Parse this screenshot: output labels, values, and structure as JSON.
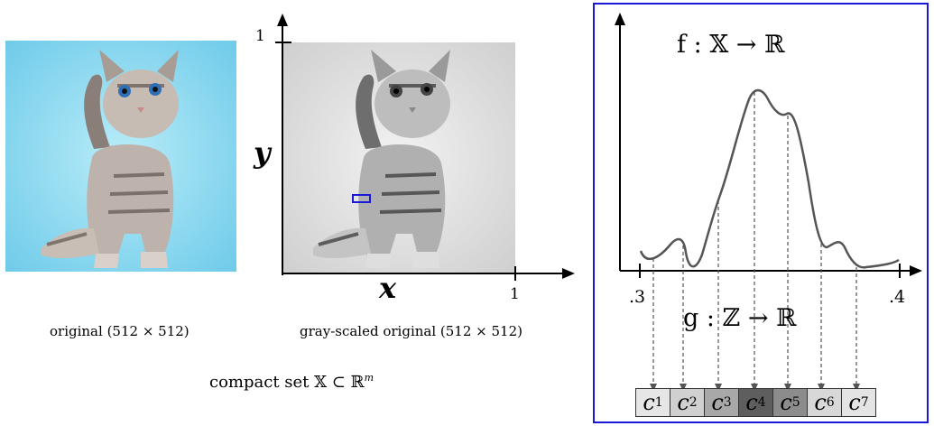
{
  "left": {
    "caption_original": "original (512 × 512)",
    "caption_gray": "gray-scaled original (512 × 512)",
    "compact_set": "compact set 𝕏 ⊂ ℝ",
    "compact_set_sup": "m",
    "axis": {
      "y_label": "y",
      "x_label": "x",
      "y_tick": "1",
      "x_tick": "1"
    },
    "colors": {
      "sky": "#7fd3ee",
      "gray_bg": "#d7d7d7",
      "selection_box": "#1a1ad6"
    }
  },
  "right": {
    "f_label": "f : 𝕏 → ℝ",
    "g_label": "g : ℤ → ℝ",
    "x_tick_left": ".3",
    "x_tick_right": ".4",
    "border_color": "#1a1ad6",
    "cells": [
      {
        "name": "c",
        "sub": "1",
        "fill": "#e6e6e6"
      },
      {
        "name": "c",
        "sub": "2",
        "fill": "#d0d0d0"
      },
      {
        "name": "c",
        "sub": "3",
        "fill": "#a8a8a8"
      },
      {
        "name": "c",
        "sub": "4",
        "fill": "#5e5e5e"
      },
      {
        "name": "c",
        "sub": "5",
        "fill": "#8c8c8c"
      },
      {
        "name": "c",
        "sub": "6",
        "fill": "#d8d8d8"
      },
      {
        "name": "c",
        "sub": "7",
        "fill": "#e4e4e4"
      }
    ]
  }
}
